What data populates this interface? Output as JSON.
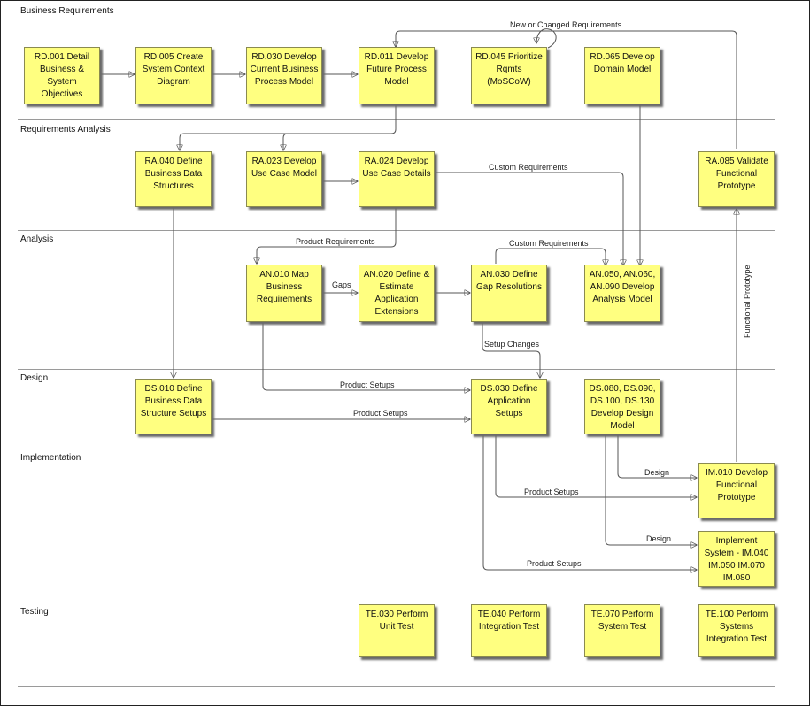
{
  "lanes": [
    {
      "title": "Business Requirements"
    },
    {
      "title": "Requirements Analysis"
    },
    {
      "title": "Analysis"
    },
    {
      "title": "Design"
    },
    {
      "title": "Implementation"
    },
    {
      "title": "Testing"
    }
  ],
  "boxes": {
    "rd001": "RD.001 Detail Business & System Objectives",
    "rd005": "RD.005 Create System Context Diagram",
    "rd030": "RD.030 Develop Current Business Process Model",
    "rd011": "RD.011 Develop Future Process Model",
    "rd045": "RD.045 Prioritize Rqmts (MoSCoW)",
    "rd065": "RD.065 Develop Domain Model",
    "ra040": "RA.040 Define Business Data Structures",
    "ra023": "RA.023 Develop Use Case Model",
    "ra024": "RA.024 Develop Use Case Details",
    "ra085": "RA.085 Validate Functional Prototype",
    "an010": "AN.010 Map Business Requirements",
    "an020": "AN.020 Define & Estimate Application Extensions",
    "an030": "AN.030 Define Gap Resolutions",
    "an050": "AN.050, AN.060, AN.090 Develop Analysis Model",
    "ds010": "DS.010 Define Business Data Structure Setups",
    "ds030": "DS.030 Define Application Setups",
    "ds080": "DS.080, DS.090, DS.100, DS.130 Develop Design Model",
    "im010": "IM.010 Develop Functional Prototype",
    "imsys": "Implement System - IM.040 IM.050 IM.070 IM.080",
    "te030": "TE.030 Perform Unit Test",
    "te040": "TE.040 Perform Integration Test",
    "te070": "TE.070 Perform System Test",
    "te100": "TE.100 Perform Systems Integration Test"
  },
  "edge_labels": {
    "new_or_changed": "New or Changed Requirements",
    "custom_req_1": "Custom Requirements",
    "product_req": "Product Requirements",
    "custom_req_2": "Custom Requirements",
    "gaps": "Gaps",
    "setup_changes": "Setup Changes",
    "product_setups_1": "Product Setups",
    "product_setups_2": "Product Setups",
    "design_1": "Design",
    "product_setups_3": "Product Setups",
    "design_2": "Design",
    "product_setups_4": "Product Setups",
    "functional_prototype": "Functional Prototype"
  }
}
